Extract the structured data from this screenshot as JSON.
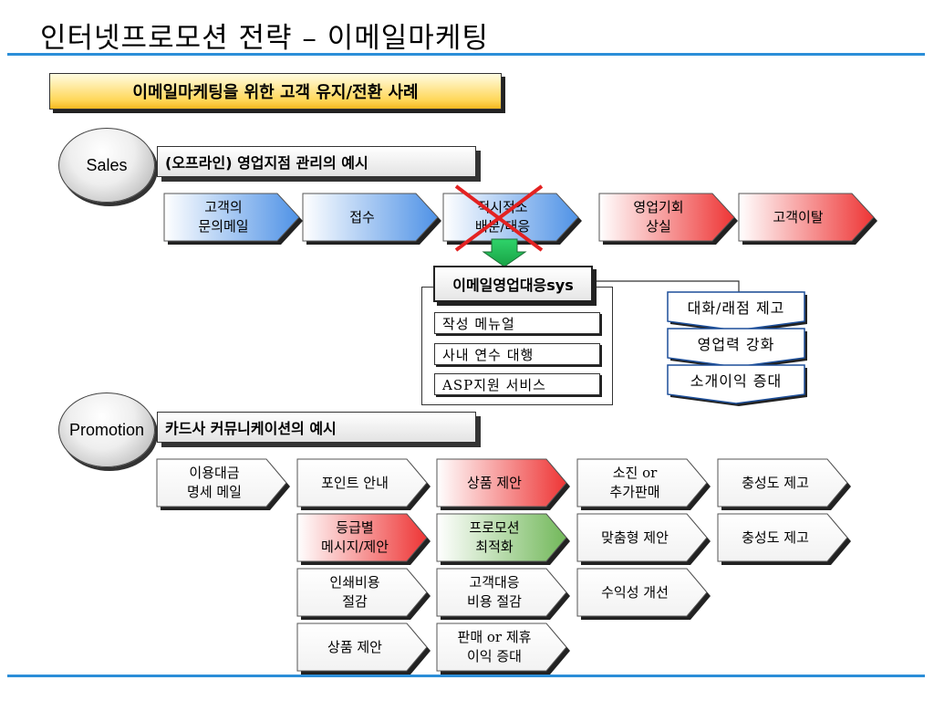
{
  "title": "인터넷프로모션 전략 – 이메일마케팅",
  "subtitle": "이메일마케팅을 위한 고객 유지/전환 사례",
  "sales": {
    "oval_label": "Sales",
    "header": "(오프라인) 영업지점 관리의 예시",
    "flow": [
      {
        "label": "고객의\n문의메일",
        "color": "blue"
      },
      {
        "label": "접수",
        "color": "blue"
      },
      {
        "label": "적시적소\n배분/대응",
        "color": "blue",
        "crossed": true
      },
      {
        "label": "영업기회\n상실",
        "color": "red"
      },
      {
        "label": "고객이탈",
        "color": "red"
      }
    ],
    "system": {
      "title": "이메일영업대응sys",
      "items": [
        "작성 메뉴얼",
        "사내 연수 대행",
        "ASP지원 서비스"
      ]
    },
    "effects": [
      "대화/래점 제고",
      "영업력 강화",
      "소개이익 증대"
    ]
  },
  "promotion": {
    "oval_label": "Promotion",
    "header": "카드사 커뮤니케이션의 예시",
    "items": [
      {
        "label": "이용대금\n명세 메일",
        "color": "white"
      },
      {
        "label": "포인트 안내",
        "color": "white"
      },
      {
        "label": "상품 제안",
        "color": "red"
      },
      {
        "label": "소진 or\n추가판매",
        "color": "white"
      },
      {
        "label": "충성도 제고",
        "color": "white"
      },
      {
        "label": "등급별\n메시지/제안",
        "color": "red"
      },
      {
        "label": "프로모션\n최적화",
        "color": "green"
      },
      {
        "label": "맞춤형 제안",
        "color": "white"
      },
      {
        "label": "충성도 제고",
        "color": "white"
      },
      {
        "label": "인쇄비용\n절감",
        "color": "white"
      },
      {
        "label": "고객대응\n비용 절감",
        "color": "white"
      },
      {
        "label": "수익성 개선",
        "color": "white"
      },
      {
        "label": "상품 제안",
        "color": "white"
      },
      {
        "label": "판매 or 제휴\n이익 증대",
        "color": "white"
      }
    ]
  },
  "colors": {
    "accent_rule": "#2b8ed8",
    "blue": "#5f9ee8",
    "red": "#f04848",
    "green": "#7fc067",
    "cross": "#e32222"
  }
}
